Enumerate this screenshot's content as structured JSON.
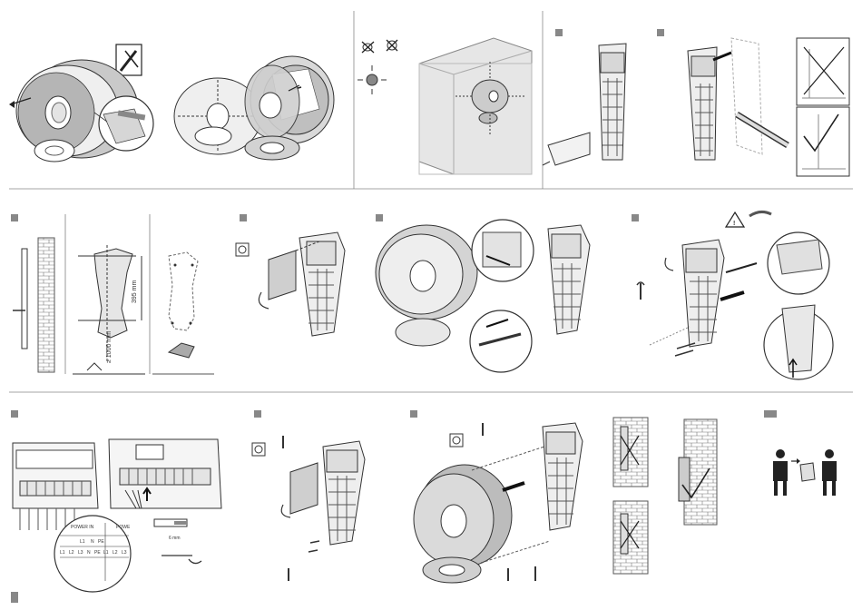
{
  "dimensions": {
    "height_1": "395 mm",
    "height_2": "≥ 1000 mm",
    "strip": "6 mm"
  },
  "terminal_labels": {
    "power_in": "POWER IN",
    "power_out_partial": "POWE",
    "row1": [
      "L1",
      "N",
      "PE"
    ],
    "row2": [
      "L1",
      "L2",
      "L3",
      "N",
      "PE",
      "L1",
      "L2",
      "L3"
    ]
  },
  "icons": [
    "tool-icon",
    "phillips-screwdriver-icon",
    "warning-icon",
    "wrench-icon",
    "settings-icon",
    "check-icon",
    "cross-icon",
    "electrician-icon",
    "manual-icon",
    "person-icon"
  ]
}
